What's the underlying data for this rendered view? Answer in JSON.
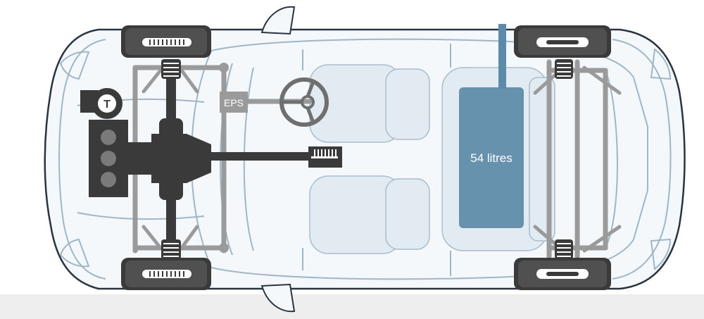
{
  "diagram": {
    "labels": {
      "turbo": "T",
      "steering": "EPS",
      "fuel_tank": "54 litres"
    },
    "colors": {
      "body_outline": "#9fb6c9",
      "body_fill": "#f4f8fb",
      "drivetrain": "#3a3a3a",
      "structure": "#9a9a9a",
      "fuel_tank": "#5c8aa8",
      "seat_fill": "#e2ebf2",
      "background": "#ffffff",
      "ground_shadow": "#eeeeee"
    },
    "icons": [
      "turbocharger-icon",
      "steering-wheel-icon",
      "wheel-icon",
      "spring-icon",
      "engine-block-icon",
      "gearbox-icon"
    ]
  }
}
